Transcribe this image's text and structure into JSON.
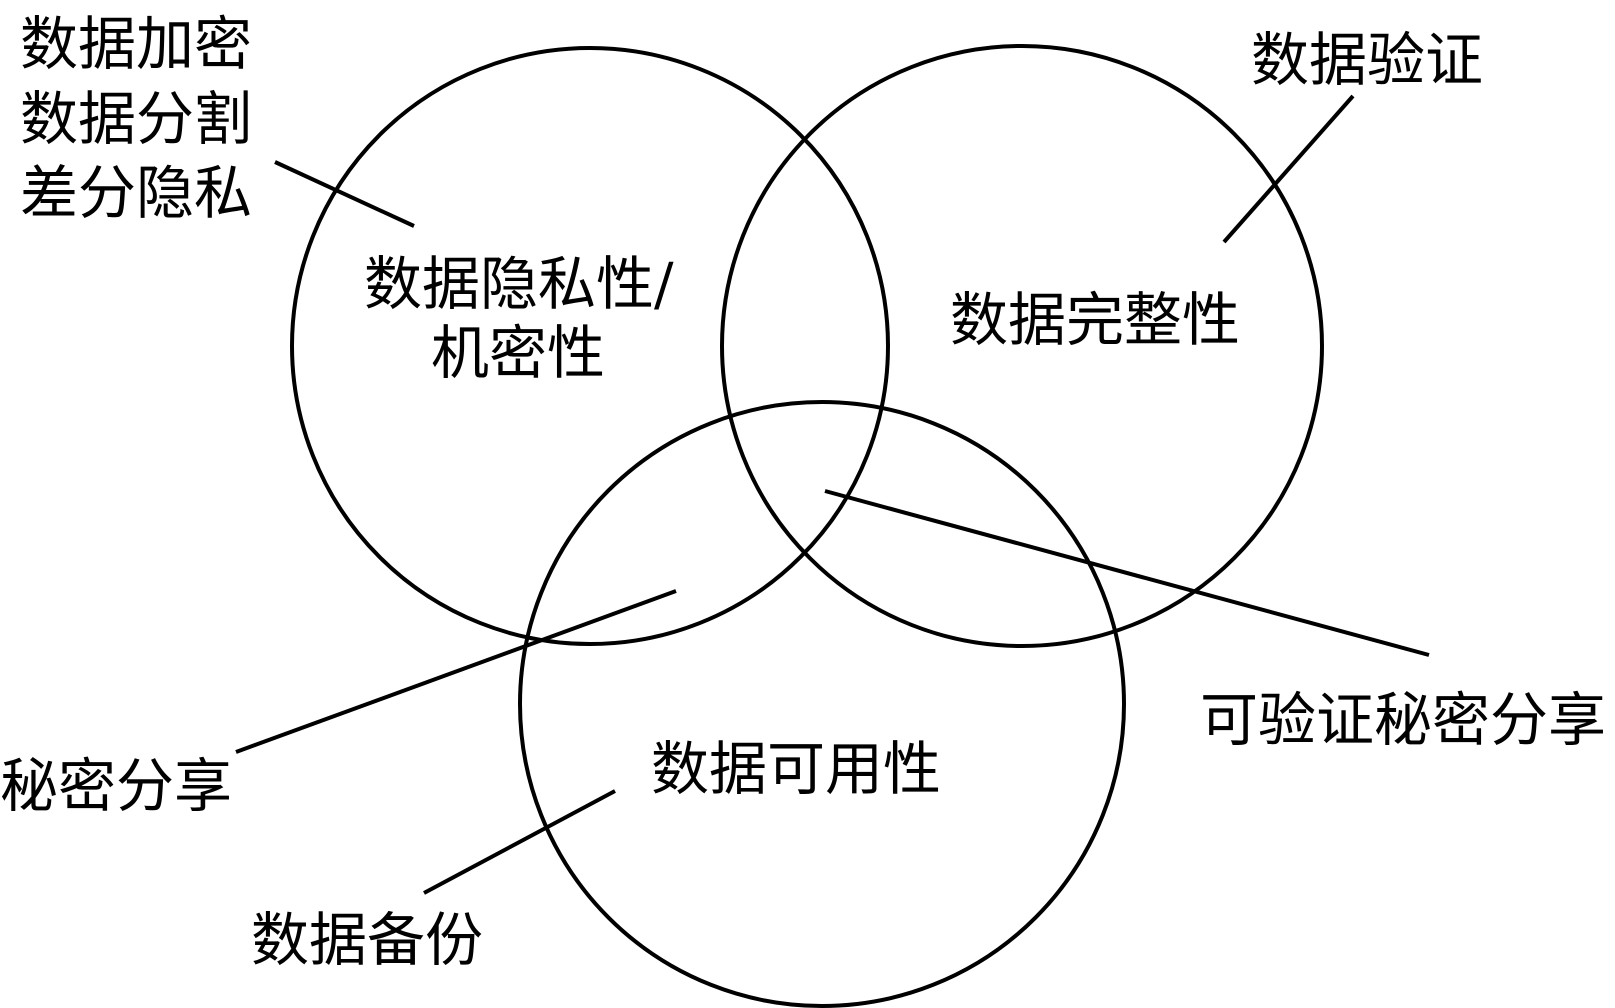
{
  "diagram": {
    "sets": [
      {
        "name_lines": [
          "数据隐私性/",
          "机密性"
        ]
      },
      {
        "name_lines": [
          "数据完整性"
        ]
      },
      {
        "name_lines": [
          "数据可用性"
        ]
      }
    ],
    "annotations": {
      "privacy_methods": [
        "数据加密",
        "数据分割",
        "差分隐私"
      ],
      "integrity_method": "数据验证",
      "privacy_availability_overlap": "秘密分享",
      "all_three_overlap": "可验证秘密分享",
      "availability_method": "数据备份"
    }
  }
}
